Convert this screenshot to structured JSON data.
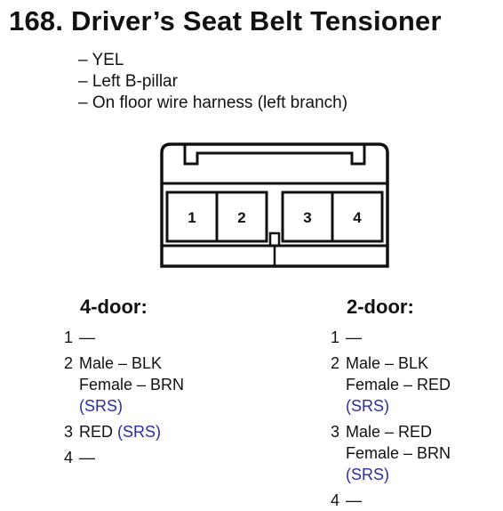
{
  "title": "168. Driver’s Seat Belt Tensioner",
  "details": [
    "– YEL",
    "– Left B-pillar",
    "– On floor wire harness (left branch)"
  ],
  "connector": {
    "pins": [
      "1",
      "2",
      "3",
      "4"
    ]
  },
  "four_door": {
    "heading": "4-door:",
    "pin1": {
      "num": "1",
      "line1": "—"
    },
    "pin2": {
      "num": "2",
      "line1": "Male – BLK",
      "line2": "Female – BRN",
      "line3": "(SRS)"
    },
    "pin3": {
      "num": "3",
      "line1": "RED",
      "line1_srs": "(SRS)"
    },
    "pin4": {
      "num": "4",
      "line1": "—"
    }
  },
  "two_door": {
    "heading": "2-door:",
    "pin1": {
      "num": "1",
      "line1": "—"
    },
    "pin2": {
      "num": "2",
      "line1": "Male – BLK",
      "line2": "Female – RED",
      "line3": "(SRS)"
    },
    "pin3": {
      "num": "3",
      "line1": "Male – RED",
      "line2": "Female – BRN",
      "line3": "(SRS)"
    },
    "pin4": {
      "num": "4",
      "line1": "—"
    }
  },
  "colors": {
    "text": "#111111",
    "srs": "#2a2e9e"
  }
}
